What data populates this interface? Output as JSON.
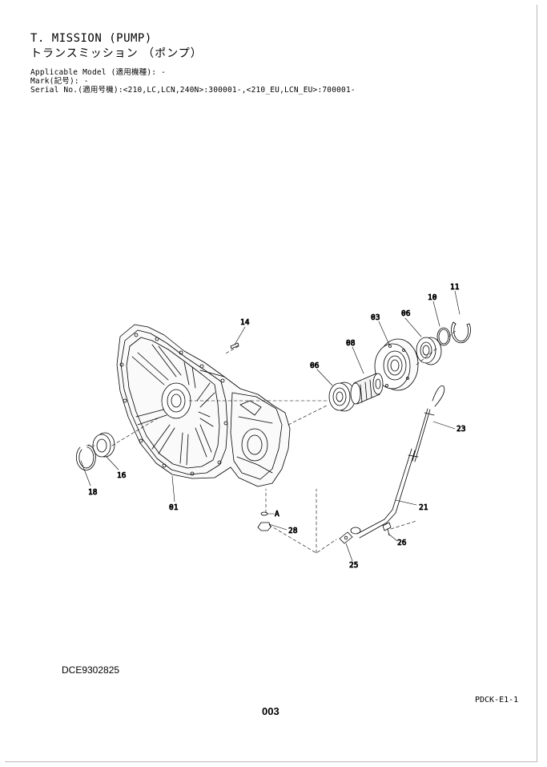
{
  "header": {
    "title": "T. MISSION (PUMP)",
    "title_jp": "トランスミッション （ポンプ）",
    "applicable_model": "Applicable Model (適用機種): -",
    "mark": "Mark(記号): -",
    "serial_no": "Serial No.(適用号機):<210,LC,LCN,240N>:300001-,<210_EU,LCN_EU>:700001-"
  },
  "diagram": {
    "part_labels": [
      "01",
      "03",
      "06",
      "06",
      "08",
      "10",
      "11",
      "14",
      "16",
      "18",
      "21",
      "23",
      "25",
      "26",
      "28"
    ],
    "reference_letter": "A"
  },
  "footer": {
    "document_code": "DCE9302825",
    "page_code": "PDCK-E1-1",
    "page_number": "003"
  }
}
